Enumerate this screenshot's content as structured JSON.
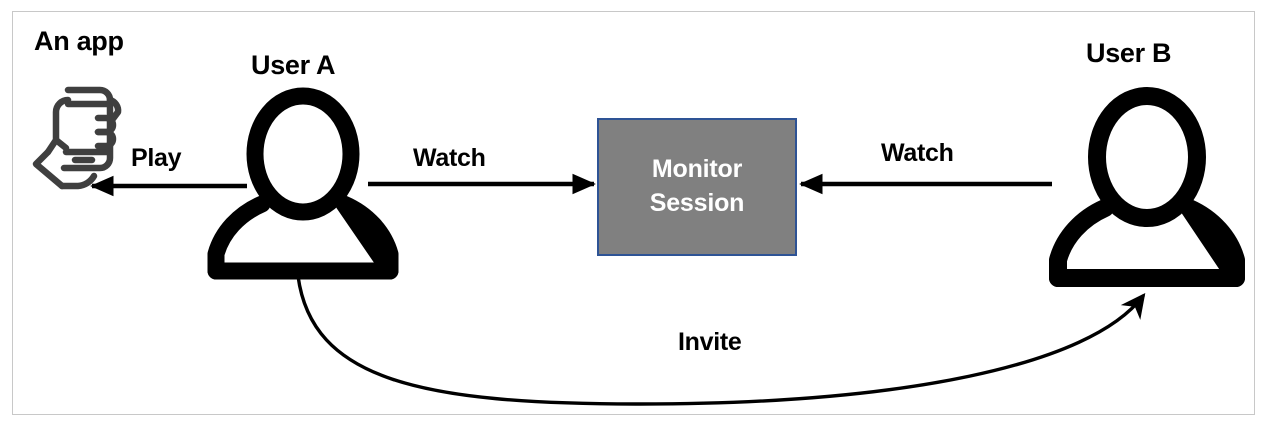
{
  "diagram": {
    "title_note": "An app",
    "nodes": {
      "app": {
        "label": "An app",
        "icon": "hand-holding-phone-icon"
      },
      "user_a": {
        "label": "User A",
        "icon": "person-icon"
      },
      "user_b": {
        "label": "User B",
        "icon": "person-icon"
      },
      "monitor_session": {
        "line1": "Monitor",
        "line2": "Session",
        "fill_color": "#808080",
        "border_color": "#2e5395",
        "text_color": "#ffffff"
      }
    },
    "edges": [
      {
        "id": "play",
        "label": "Play",
        "from": "user_a",
        "to": "app",
        "direction": "left",
        "style": "straight"
      },
      {
        "id": "watch-1",
        "label": "Watch",
        "from": "user_a",
        "to": "monitor_session",
        "direction": "right",
        "style": "straight"
      },
      {
        "id": "watch-2",
        "label": "Watch",
        "from": "user_b",
        "to": "monitor_session",
        "direction": "left",
        "style": "straight"
      },
      {
        "id": "invite",
        "label": "Invite",
        "from": "user_a",
        "to": "user_b",
        "direction": "right",
        "style": "curved"
      }
    ],
    "colors": {
      "frame_border": "#c8c8c8",
      "stroke": "#000000",
      "icon_stroke": "#3f3f3f",
      "background": "#ffffff"
    }
  }
}
